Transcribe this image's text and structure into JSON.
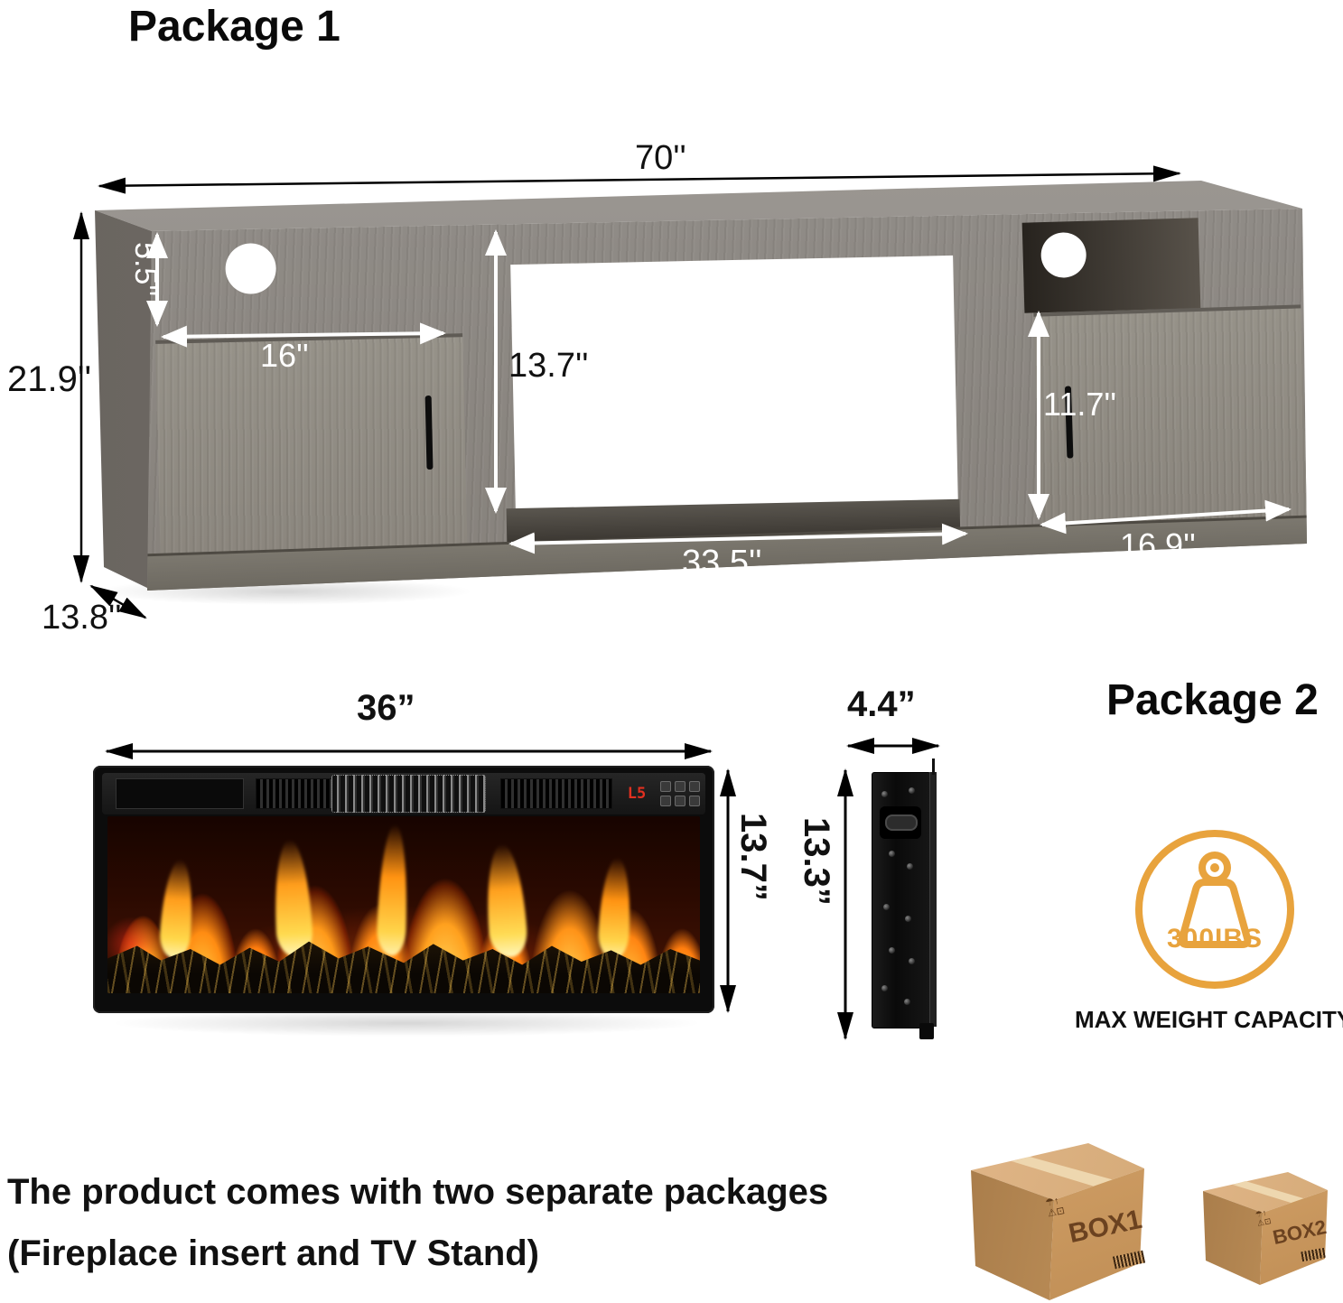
{
  "package1": {
    "title": "Package 1",
    "stand_dims": {
      "overall_width": "70''",
      "overall_height": "21.9''",
      "depth": "13.8''",
      "open_shelf_height": "5.5''",
      "left_door_width": "16''",
      "center_opening_height": "13.7''",
      "center_opening_width": "33.5''",
      "right_door_height": "11.7''",
      "right_door_width": "16.9''"
    }
  },
  "package2": {
    "title": "Package 2",
    "fireplace": {
      "front_width": "36”",
      "front_height": "13.7”",
      "side_depth": "4.4”",
      "side_height": "13.3”",
      "display_value": "L5"
    },
    "weight_capacity": {
      "badge_value": "300IBS",
      "caption": "MAX WEIGHT CAPACITY",
      "accent_color": "#E8A33D"
    }
  },
  "footer": {
    "line1": "The product comes with two separate packages",
    "line2": "(Fireplace insert and TV Stand)",
    "boxes": [
      {
        "label": "BOX1"
      },
      {
        "label": "BOX2"
      }
    ]
  }
}
